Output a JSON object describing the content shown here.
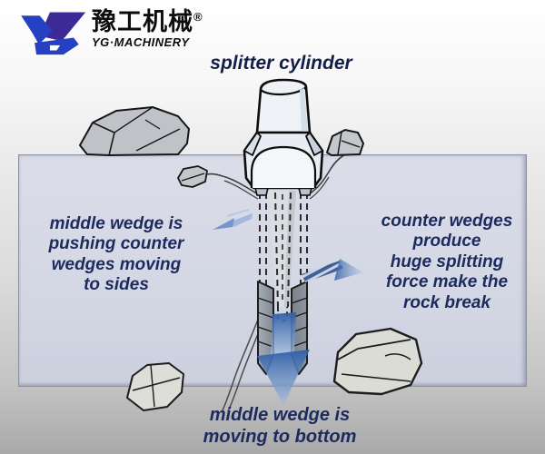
{
  "logo": {
    "name_zh": "豫工机械",
    "registered": "®",
    "name_en": "YG·MACHINERY"
  },
  "title": "splitter cylinder",
  "annotations": {
    "left": "middle wedge is\npushing counter\nwedges moving\nto sides",
    "right": "counter wedges\nproduce\nhuge splitting\nforce make the\nrock break",
    "bottom": "middle wedge is\nmoving to bottom"
  },
  "colors": {
    "text_navy": "#1c2a5e",
    "logo_blue": "#2640c4",
    "logo_purple": "#3c2a96",
    "rock_block_fill": "#d6d9e6",
    "arrow_blue": "#4f7fc2",
    "arrow_deep_blue": "#2e5ca6",
    "wedge_gray": "#8b929c",
    "rock_gray": "#bcc0c5",
    "outline_black": "#141414"
  }
}
